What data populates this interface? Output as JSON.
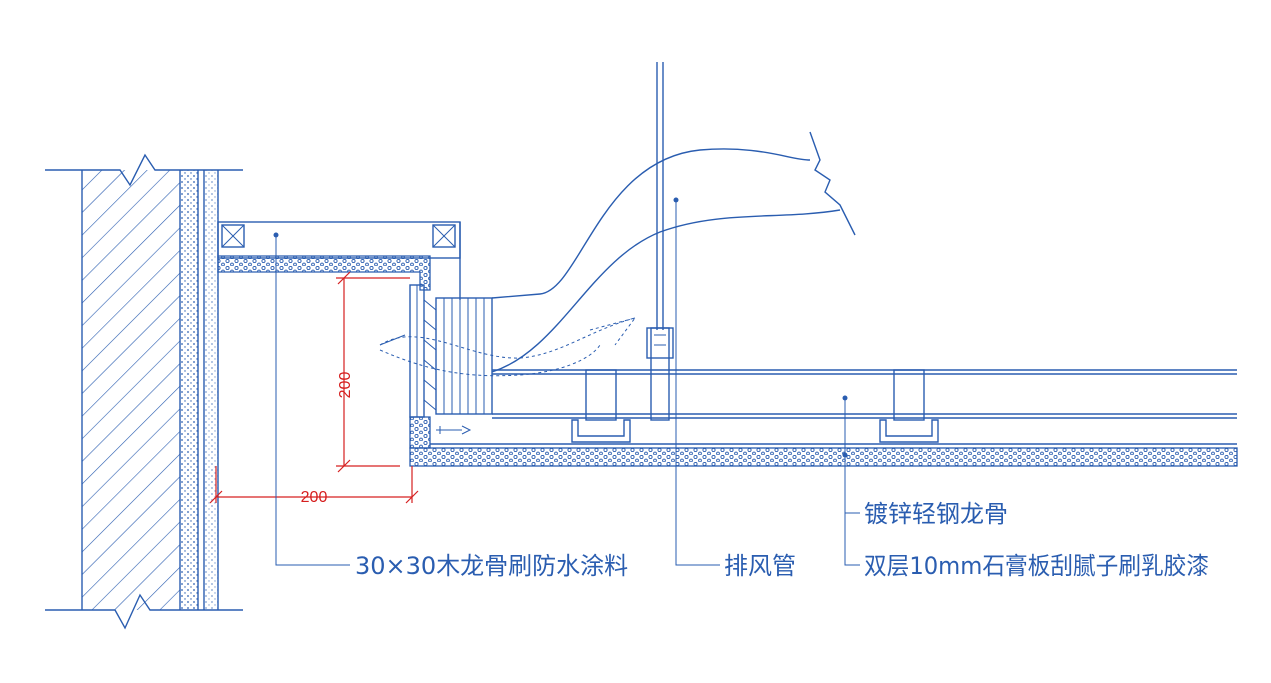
{
  "colors": {
    "line": "#2a5db0",
    "dimension": "#d62020",
    "background": "#ffffff"
  },
  "dimensions": {
    "vertical": "200",
    "horizontal": "200"
  },
  "labels": {
    "wood_keel": "30×30木龙骨刷防水涂料",
    "exhaust_pipe": "排风管",
    "steel_keel": "镀锌轻钢龙骨",
    "gypsum_board": "双层10mm石膏板刮腻子刷乳胶漆"
  }
}
